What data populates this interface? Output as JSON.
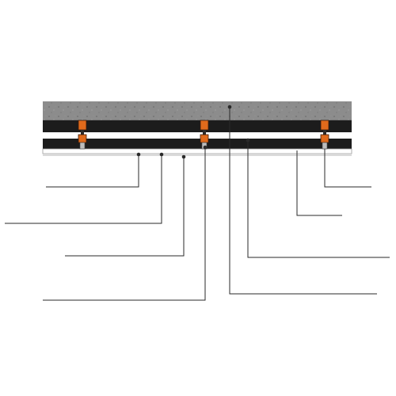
{
  "diagram": {
    "type": "ceiling-section-detail",
    "colors": {
      "background": "#ffffff",
      "concrete": "#8c8c8c",
      "concrete_edge": "#5e5e5e",
      "channel": "#1c1c1c",
      "bracket": "#e06a1c",
      "panel": "#ffffff",
      "leader": "#2a2a2a"
    },
    "components": [
      {
        "id": "concrete-slab",
        "label": ""
      },
      {
        "id": "top-channel",
        "label": ""
      },
      {
        "id": "bottom-channel",
        "label": ""
      },
      {
        "id": "hanger-bracket",
        "label": "",
        "count": 3
      },
      {
        "id": "gypsum-panel",
        "label": ""
      },
      {
        "id": "finish-layer",
        "label": ""
      }
    ],
    "callouts": [
      {
        "id": "callout-1",
        "label": ""
      },
      {
        "id": "callout-2",
        "label": ""
      },
      {
        "id": "callout-3",
        "label": ""
      },
      {
        "id": "callout-4",
        "label": ""
      },
      {
        "id": "callout-5",
        "label": ""
      },
      {
        "id": "callout-6",
        "label": ""
      },
      {
        "id": "callout-7",
        "label": ""
      },
      {
        "id": "callout-8",
        "label": ""
      }
    ]
  }
}
